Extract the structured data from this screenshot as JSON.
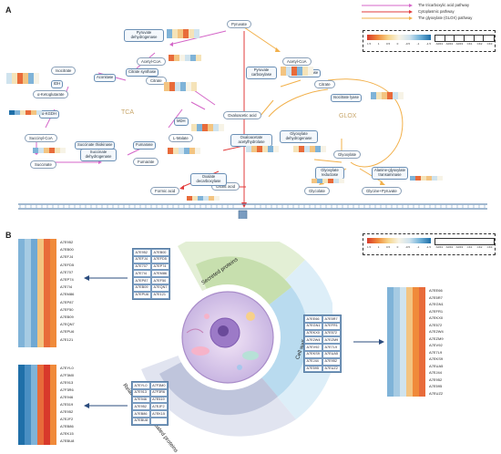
{
  "panelA": {
    "label": "A",
    "legend": {
      "items": [
        {
          "label": "The tricarboxylic acid pathway",
          "color": "#d466c8"
        },
        {
          "label": "Cytoplasmic pathway",
          "color": "#e23b3b"
        },
        {
          "label": "The glyoxylate (GLOX) pathway",
          "color": "#f2b04a"
        }
      ]
    },
    "colorbar": {
      "ticks": [
        "1.5",
        "1",
        "0.5",
        "0",
        "-0.5",
        "-1",
        "-1.5"
      ],
      "columns": [
        "ARF1",
        "ARF2",
        "ARF3",
        "CK1",
        "CK2",
        "CK3"
      ]
    },
    "cycles": {
      "tca": "TCA",
      "glox": "GLOX"
    },
    "metabolites": {
      "pyruvate": "Pyruvate",
      "acetyl_coa_left": "Acetyl-CoA",
      "acetyl_coa_right": "Acetyl-CoA",
      "isocitrate": "Isocitrate",
      "citrate_left": "Citrate",
      "citrate_right": "Citrate",
      "akg": "α-Ketoglutarate",
      "succinyl_coa": "Succinyl-CoA",
      "succinate": "Succinate",
      "fumarate": "Fumarate",
      "l_malate": "L-Malate",
      "oxaloacetic": "Oxaloacetic acid",
      "oxalic": "Oxalic acid",
      "formic": "Formic acid",
      "glyoxylate": "Glyoxylate",
      "glycolate": "Glycolate",
      "glycine_pyruvate": "Glycine+Pyruvate"
    },
    "enzymes": {
      "pdh": "Pyruvate dehydrogenase",
      "citrate_synthase_left": "Citrate synthase",
      "aconitase": "Aconitase",
      "idh": "IDH",
      "akgdh": "α-KGDH",
      "succ_thiokinase": "Succinate thiokinase",
      "fumarase": "Fumarase",
      "sdh": "Succinate dehydrogenase",
      "mdh": "MDH",
      "pyruvate_carboxylase": "Pyruvate carboxylase",
      "citrate_synthase_right": "Citrate synthase",
      "isocitrate_lyase": "Isocitrate lyase",
      "glyoxylate_dh": "Glyoxylate dehydrogenase",
      "oaa_hydrolase": "Oxaloacetate acetylhydrolase",
      "oxalate_decarboxylase": "Oxalate decarboxylase",
      "glyoxylate_reductase": "Glyoxylate reductase",
      "aga": "Alanine-glyoxylate transaminase"
    }
  },
  "panelB": {
    "label": "B",
    "colorbar": {
      "ticks": [
        "1.5",
        "1",
        "0.5",
        "0",
        "-0.5",
        "-1",
        "-1.5"
      ],
      "columns": [
        "ARF1",
        "ARF2",
        "ARF3",
        "CK1",
        "CK2",
        "CK3"
      ]
    },
    "sectors": {
      "secreted": "Secreted proteins",
      "cell_wall": "Cell wall proteins",
      "growth": "Related growth-associated proteins"
    },
    "secreted_ids": [
      "A7E952",
      "A7EB00",
      "A7EFJ4",
      "A7EFD5",
      "A7E707",
      "A7EP74",
      "A7E7I4",
      "A7EM86",
      "A7EP87",
      "A7EF50",
      "A7EB09",
      "A7EQN7",
      "A7EPU6",
      "A7E121"
    ],
    "cellwall_ids": [
      "A7EE66",
      "A7E5R7",
      "A7EGN1",
      "A7EFR1",
      "A7EKX0",
      "A7E572",
      "A7E2W4",
      "A7EZM9",
      "A7EV92",
      "A7E7L9",
      "A7EKS9",
      "A7EUA5",
      "A7EJ44",
      "A7E952",
      "A7E595",
      "A7EUZ2"
    ],
    "growth_ids": [
      "A7EYL0",
      "A7F3M0",
      "A7E913",
      "A7F3R6",
      "A7E946",
      "A7E519",
      "A7E952",
      "A7EJF2",
      "A7EB86",
      "A7EK15",
      "A7EBU8"
    ],
    "left_top_ids": [
      "A7E952",
      "A7EB00",
      "A7EFJ4",
      "A7EFD5",
      "A7E707",
      "A7EP74",
      "A7E7I4",
      "A7EM86",
      "A7EP87",
      "A7EF50",
      "A7EB09",
      "A7EQN7",
      "A7EPU6",
      "A7E121"
    ],
    "left_bottom_ids": [
      "A7EYL0",
      "A7F3M0",
      "A7E913",
      "A7F3R6",
      "A7E946",
      "A7E519",
      "A7E952",
      "A7EJF2",
      "A7EB86",
      "A7EK15",
      "A7EBU8"
    ],
    "right_ids": [
      "A7EE66",
      "A7E5R7",
      "A7EGN1",
      "A7EFR1",
      "A7EKX0",
      "A7E572",
      "A7E2W4",
      "A7EZM9",
      "A7EV92",
      "A7E7L9",
      "A7EKS9",
      "A7EUA5",
      "A7EJ44",
      "A7E952",
      "A7E595",
      "A7EUZ2"
    ]
  }
}
